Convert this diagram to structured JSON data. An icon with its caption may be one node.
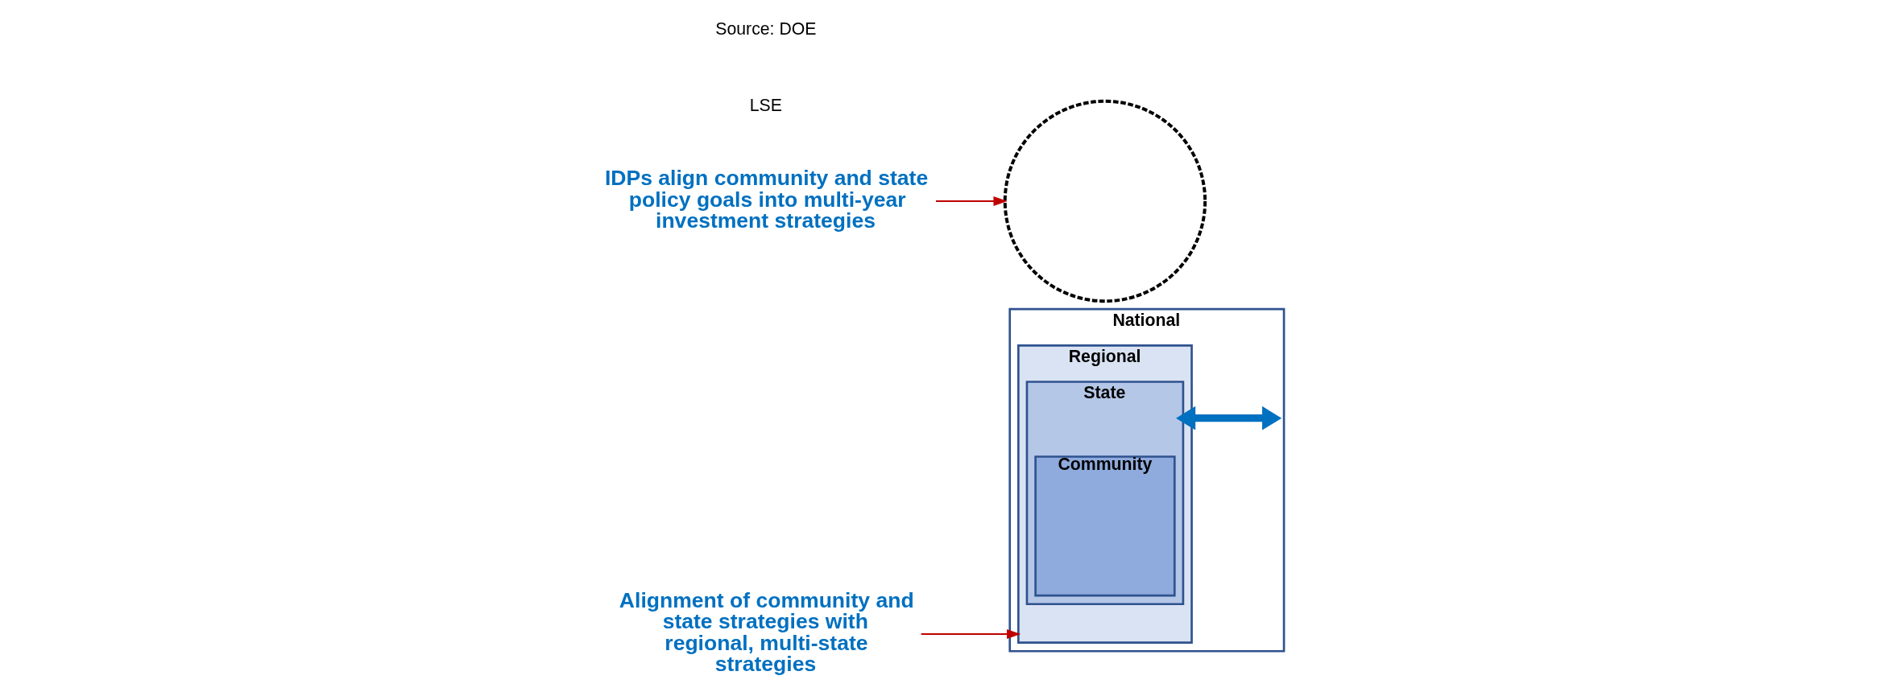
{
  "diagram": {
    "nodes": [
      {
        "text": [
          "National"
        ]
      },
      {
        "text": [
          "Regional"
        ],
        "in": 0
      },
      {
        "text": [
          "State"
        ],
        "in": 1
      },
      {
        "text": [
          "Community"
        ],
        "in": 2
      },
      {
        "text": [],
        "shape": "circle"
      },
      {
        "text": [
          "IDPs align community and state policy goals into multi-year investment strategies"
        ]
      },
      {
        "text": [
          "Alignment of community and state strategies with regional, multi-state strategies"
        ]
      }
    ],
    "edges": [
      {
        "from": 2,
        "to": 0,
        "arrow": "both",
        "style": "thick",
        "color": "#0070c0"
      },
      {
        "from": 6,
        "to": 1,
        "arrow": "to"
      },
      {
        "from": 5,
        "to": 4,
        "arrow": "to"
      }
    ],
    "labels": [
      "LSE",
      "Source: DOE"
    ]
  }
}
